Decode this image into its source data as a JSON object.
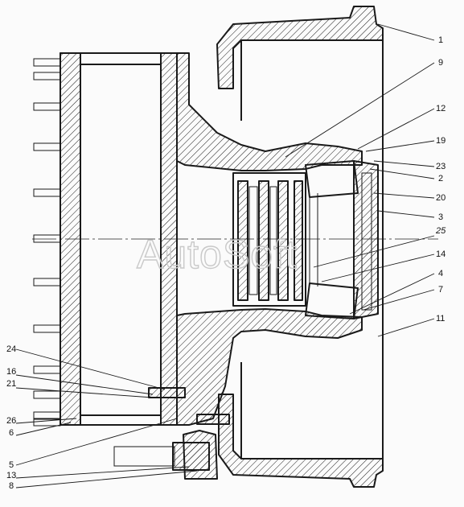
{
  "watermark": "AutoSoft",
  "part_labels": [
    "1",
    "9",
    "12",
    "19",
    "23",
    "2",
    "20",
    "3",
    "25",
    "14",
    "4",
    "7",
    "11",
    "24",
    "16",
    "21",
    "26",
    "6",
    "5",
    "13",
    "8"
  ]
}
